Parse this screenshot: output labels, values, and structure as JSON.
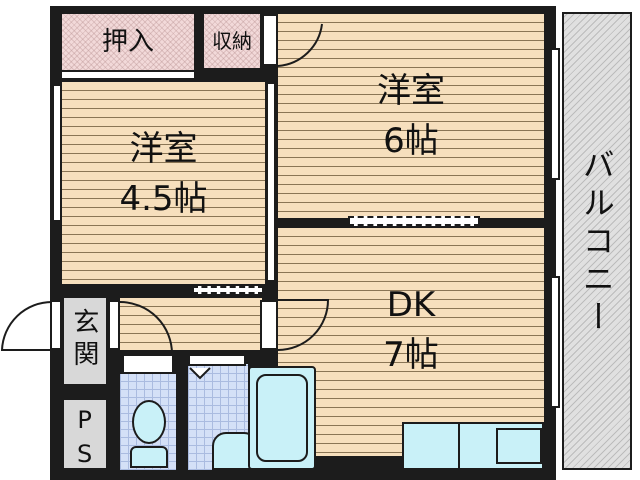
{
  "floorplan": {
    "rooms": {
      "western_room_small": {
        "name": "洋室",
        "size": "4.5帖"
      },
      "western_room_large": {
        "name": "洋室",
        "size": "6帖"
      },
      "dining_kitchen": {
        "name": "DK",
        "size": "7帖"
      },
      "closet": {
        "name": "押入"
      },
      "storage": {
        "name": "収納"
      },
      "entrance": {
        "name": "玄関"
      },
      "pipe_space": {
        "name": "PS"
      },
      "balcony": {
        "name": "バルコニー"
      }
    },
    "colors": {
      "wall": "#1c1c1c",
      "floor": "#f6dfbd",
      "closet": "#f2d9d9",
      "wet_area_tile": "#d4e0f7",
      "fixture": "#c9f1f8",
      "balcony": "#e0e0e0"
    }
  }
}
